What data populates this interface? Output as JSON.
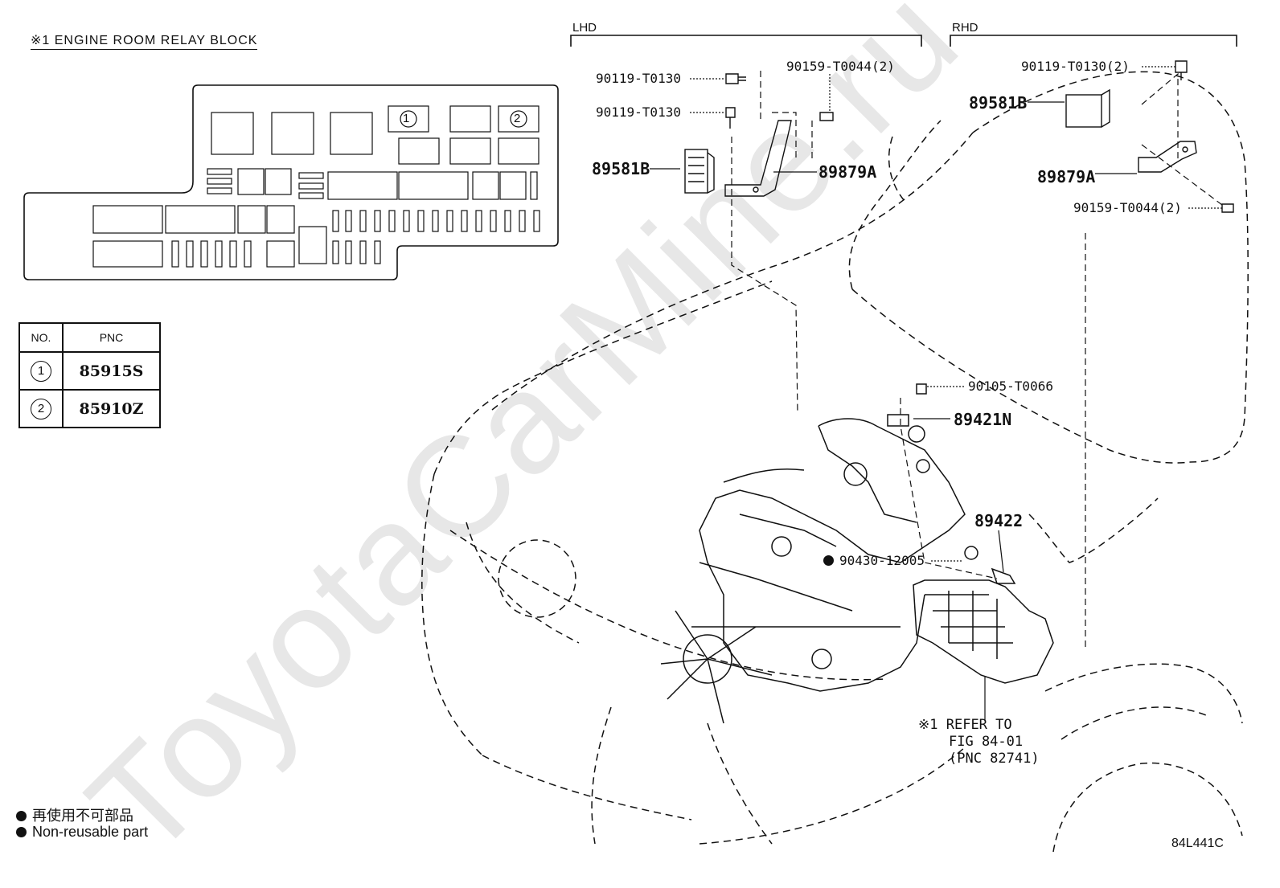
{
  "header": {
    "title": "※1 ENGINE ROOM RELAY BLOCK"
  },
  "relay_block": {
    "marker_1": "1",
    "marker_2": "2"
  },
  "table": {
    "col_no": "NO.",
    "col_pnc": "PNC",
    "rows": [
      {
        "no": "1",
        "pnc": "85915S"
      },
      {
        "no": "2",
        "pnc": "85910Z"
      }
    ]
  },
  "sections": {
    "lhd": "LHD",
    "rhd": "RHD"
  },
  "parts": {
    "lhd_bolt_a": "90119-T0130",
    "lhd_bolt_b": "90119-T0130",
    "lhd_screw": "90159-T0044(2)",
    "lhd_sensor": "89581B",
    "lhd_bracket": "89879A",
    "rhd_bolt": "90119-T0130(2)",
    "rhd_sensor": "89581B",
    "rhd_bracket": "89879A",
    "rhd_screw": "90159-T0044(2)",
    "clamp_bolt": "90105-T0066",
    "sensor_89421n": "89421N",
    "sensor_89422": "89422",
    "gasket": "90430-12005"
  },
  "reference": {
    "mark": "※1",
    "line1": "REFER TO",
    "line2": "FIG 84-01",
    "line3": "(PNC 82741)"
  },
  "legend": {
    "jp": "再使用不可部品",
    "en": "Non-reusable part"
  },
  "watermark": "ToyotaCarMine.ru",
  "figure_code": "84L441C"
}
